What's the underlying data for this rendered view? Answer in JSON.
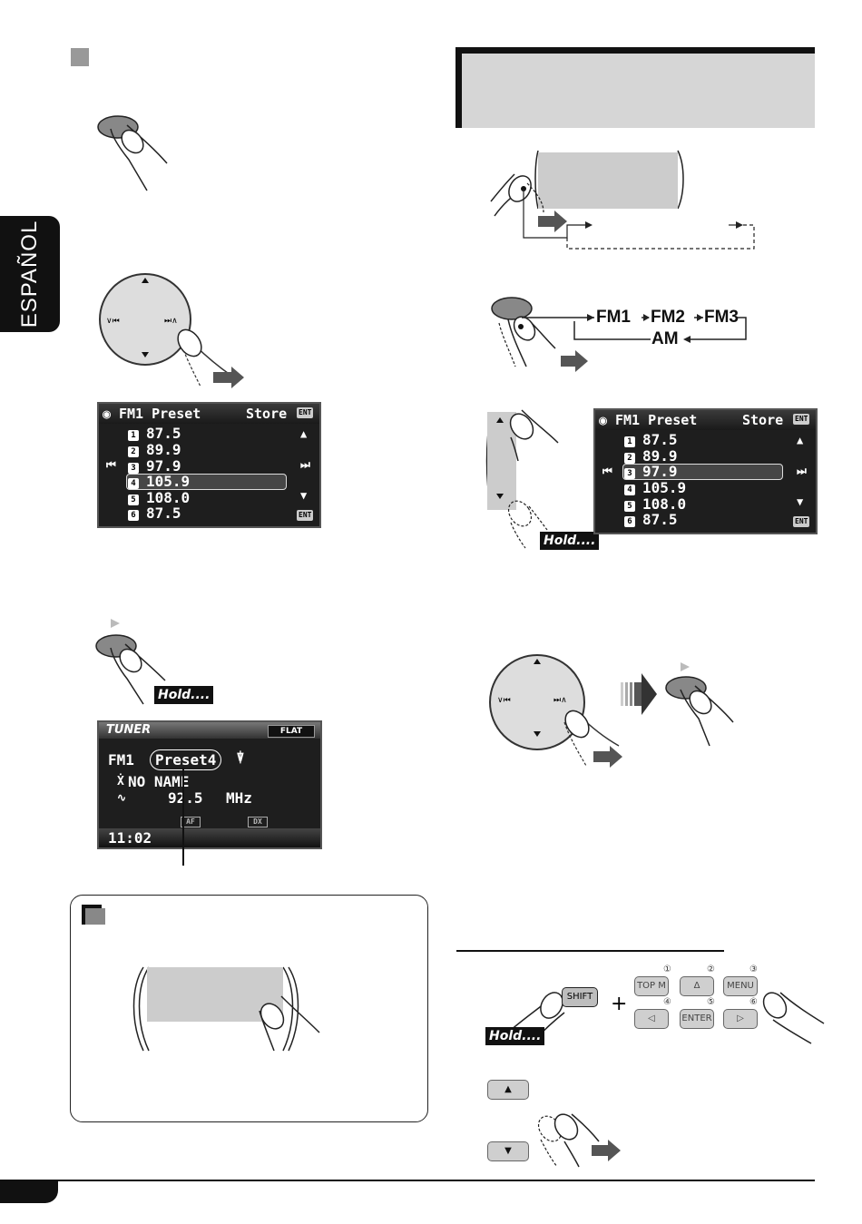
{
  "side_tab": {
    "label": "ESPAÑOL"
  },
  "screen_left": {
    "title": "FM1 Preset",
    "store": "Store",
    "ent": "ENT",
    "presets": [
      {
        "n": "1",
        "freq": "87.5"
      },
      {
        "n": "2",
        "freq": "89.9"
      },
      {
        "n": "3",
        "freq": "97.9"
      },
      {
        "n": "4",
        "freq": "105.9"
      },
      {
        "n": "5",
        "freq": "108.0"
      },
      {
        "n": "6",
        "freq": "87.5"
      }
    ],
    "selected_index": 3
  },
  "screen_right": {
    "title": "FM1 Preset",
    "store": "Store",
    "ent": "ENT",
    "presets": [
      {
        "n": "1",
        "freq": "87.5"
      },
      {
        "n": "2",
        "freq": "89.9"
      },
      {
        "n": "3",
        "freq": "97.9"
      },
      {
        "n": "4",
        "freq": "105.9"
      },
      {
        "n": "5",
        "freq": "108.0"
      },
      {
        "n": "6",
        "freq": "87.5"
      }
    ],
    "selected_index": 2
  },
  "tuner_screen": {
    "source": "TUNER",
    "eq": "FLAT",
    "band": "FM1",
    "preset": "Preset4",
    "name": "NO NAME",
    "freq": "92.5",
    "unit": "MHz",
    "btn1": "AF",
    "btn2": "DX",
    "clock": "11:02"
  },
  "hold_label": "Hold....",
  "band_cycle": {
    "fm1": "FM1",
    "fm2": "FM2",
    "fm3": "FM3",
    "am": "AM"
  },
  "remote": {
    "shift": "SHIFT",
    "plus": "+",
    "top_m": "TOP M",
    "up_sym": "Δ",
    "menu": "MENU",
    "left_sym": "◁",
    "enter": "ENTER",
    "right_sym": "▷",
    "nums": [
      "①",
      "②",
      "③",
      "④",
      "⑤",
      "⑥"
    ]
  }
}
